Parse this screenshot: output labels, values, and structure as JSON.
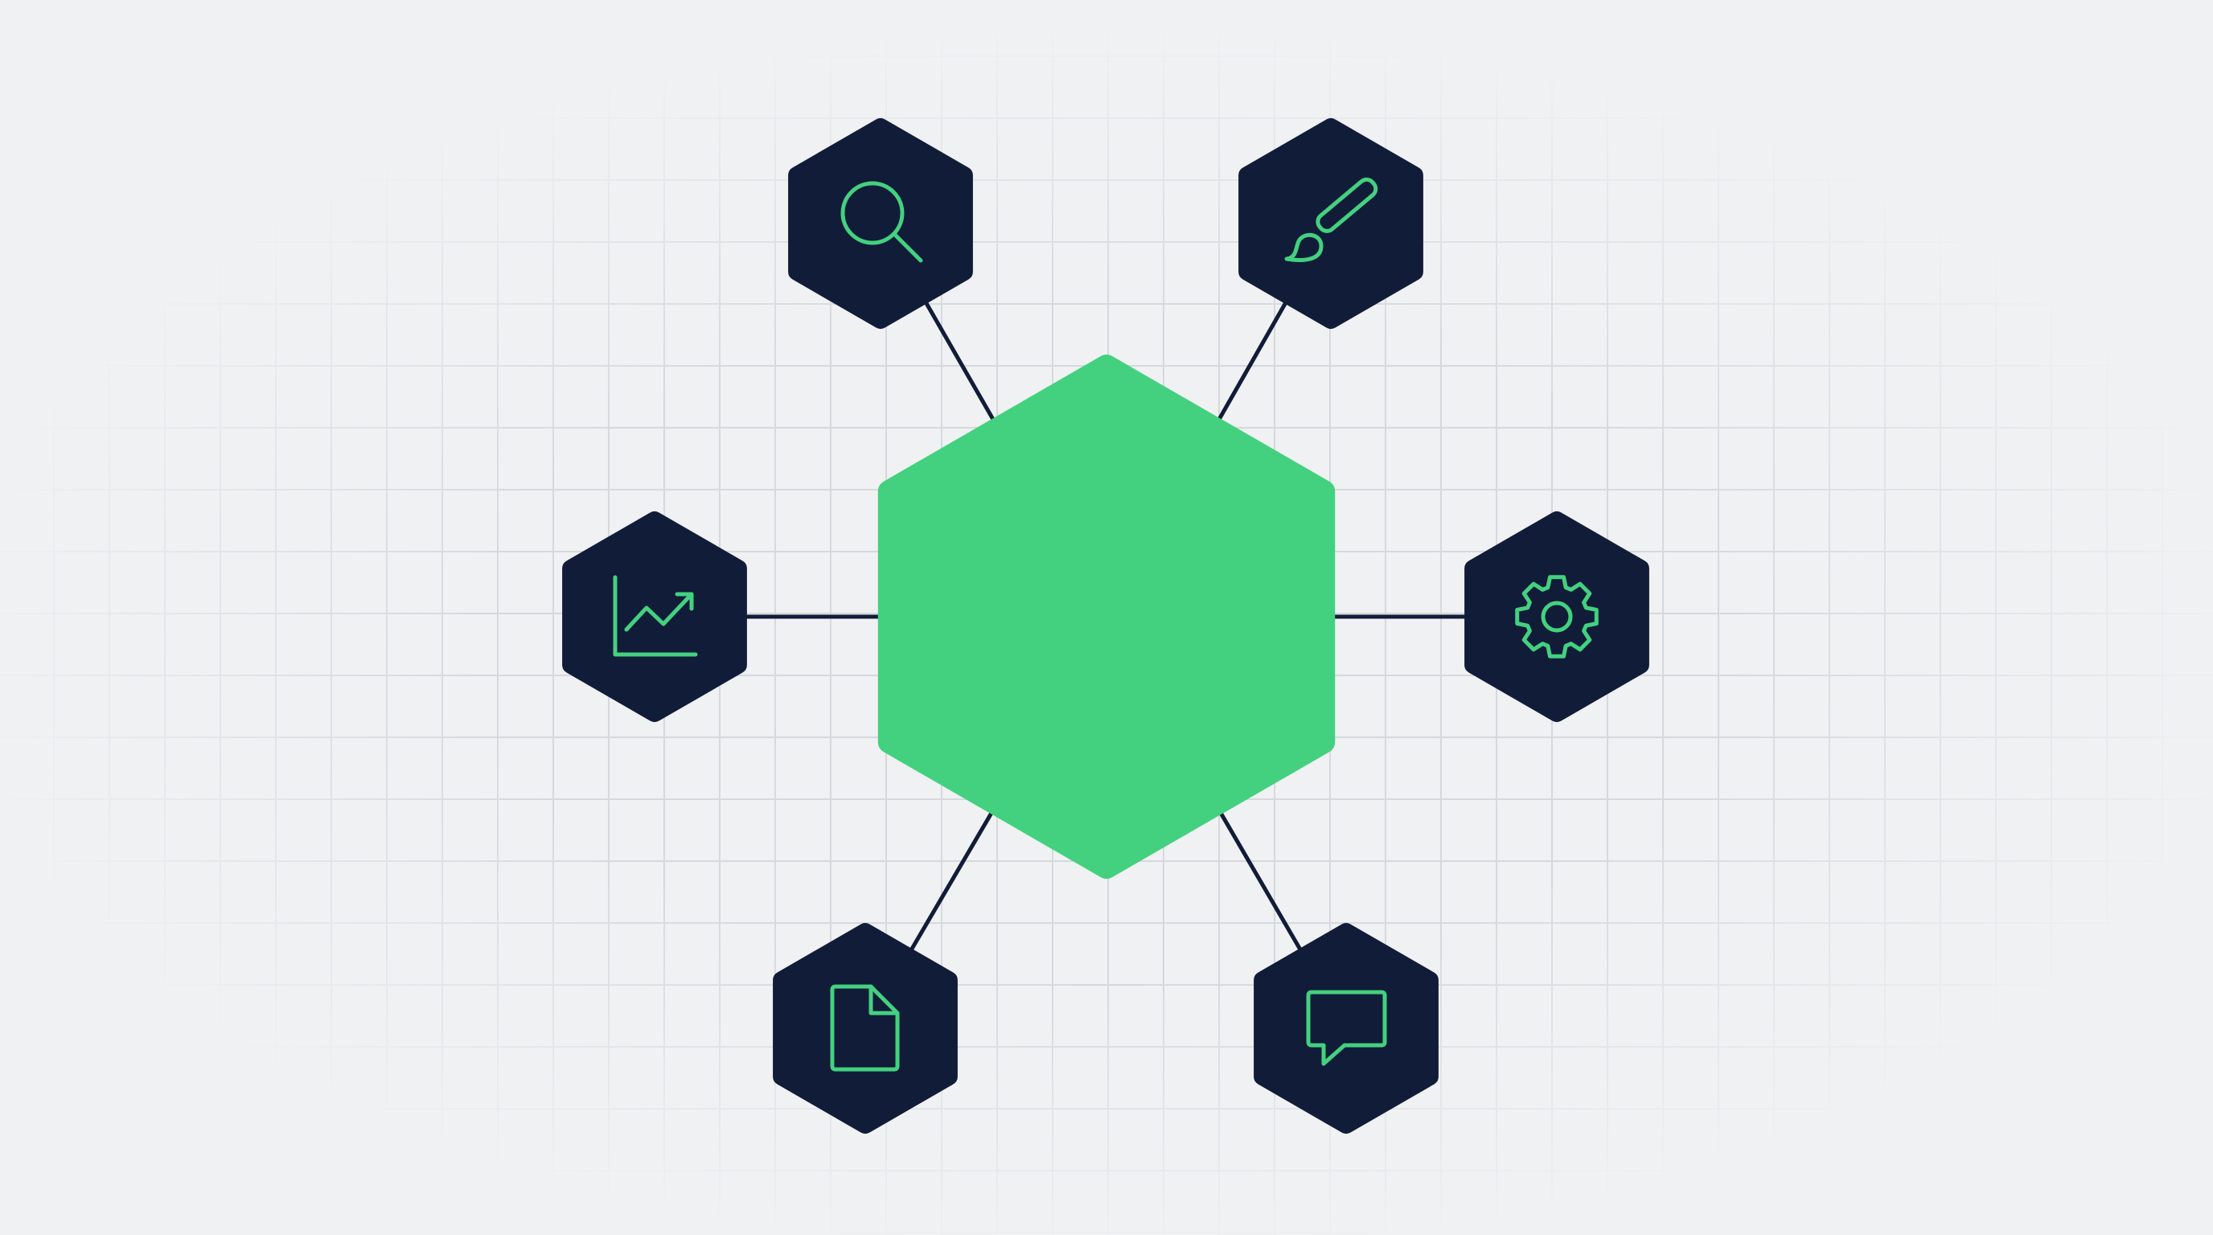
{
  "colors": {
    "background": "#f0f1f3",
    "grid": "#d6d8dd",
    "hub": "#43d17f",
    "node": "#111c38",
    "connector": "#111c38",
    "icon": "#43d17f"
  },
  "hub": {
    "shape": "hexagon",
    "label": ""
  },
  "nodes": [
    {
      "id": "search",
      "icon": "search-icon"
    },
    {
      "id": "design",
      "icon": "paintbrush-icon"
    },
    {
      "id": "analytics",
      "icon": "trending-chart-icon"
    },
    {
      "id": "settings",
      "icon": "gear-icon"
    },
    {
      "id": "document",
      "icon": "document-icon"
    },
    {
      "id": "chat",
      "icon": "chat-bubble-icon"
    }
  ]
}
